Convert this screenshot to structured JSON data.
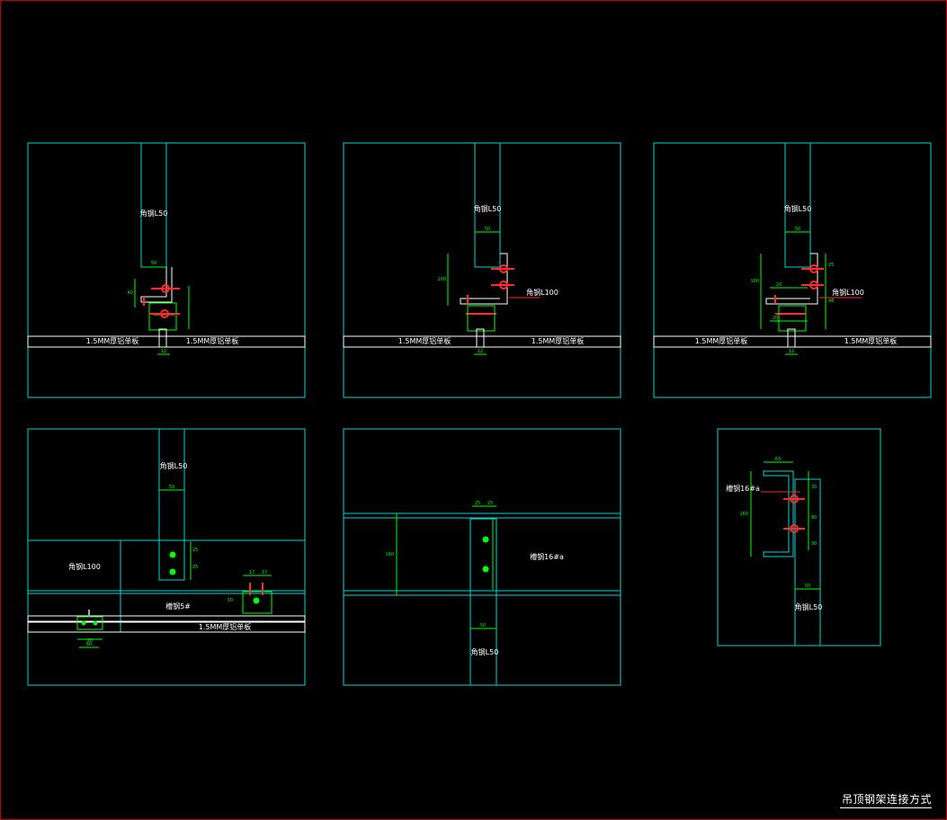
{
  "drawing_title": "吊顶钢架连接方式",
  "colors": {
    "background": "#000000",
    "frame_border": "#c00000",
    "outline": "#00d7d7",
    "dimension": "#00ff00",
    "bolt": "#ff2a2a",
    "text": "#ffffff"
  },
  "labels": {
    "angle_l50": "角钢L50",
    "angle_l100": "角钢L100",
    "panel_15mm": "1.5MM厚铝单板",
    "channel_5": "槽钢5#",
    "channel_16a": "槽钢16#a"
  },
  "dims": {
    "d50": "50",
    "d12": "12",
    "d30": "30",
    "d100": "100",
    "d160": "160",
    "d63": "63",
    "d80": "80",
    "d40": "40",
    "d25": "25",
    "d48": "48",
    "d60": "60",
    "d17": "17",
    "d20": "20"
  }
}
